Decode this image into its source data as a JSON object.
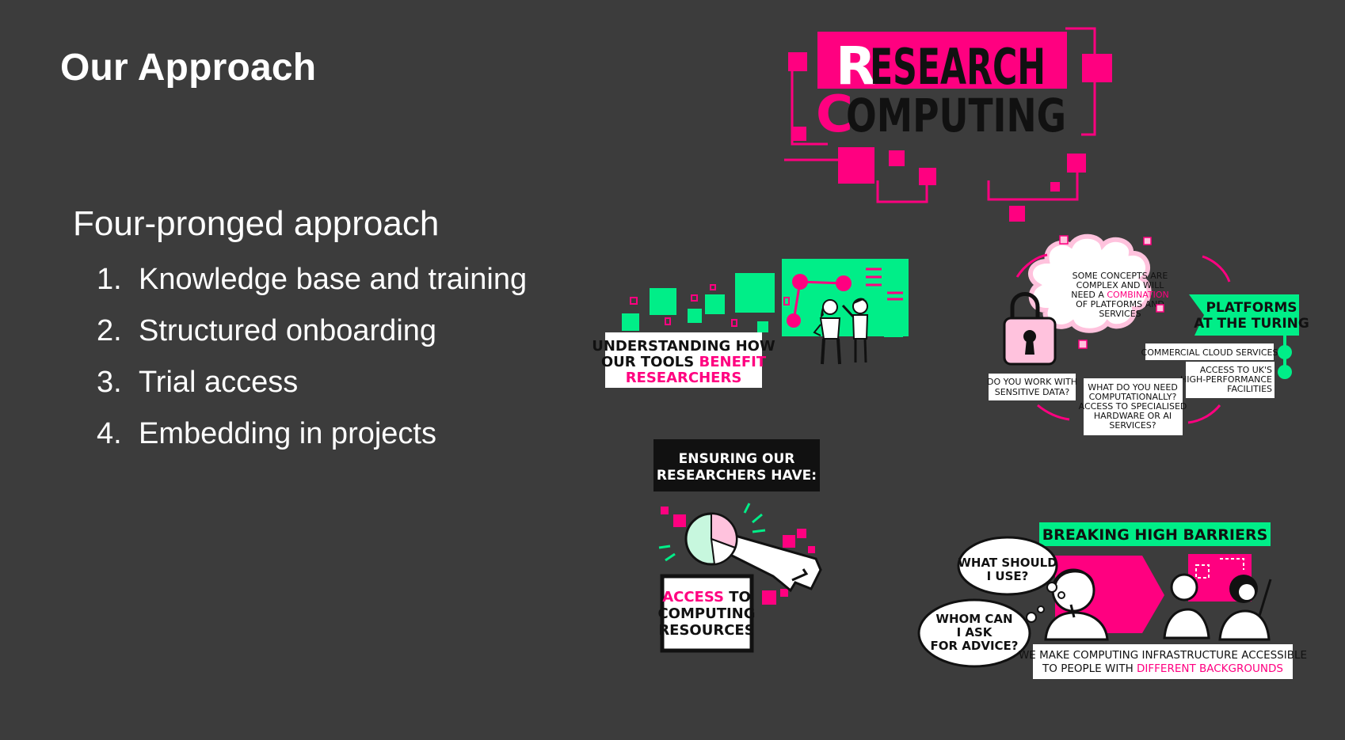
{
  "title": "Our Approach",
  "subtitle": "Four-pronged approach",
  "items": [
    {
      "num": "1.",
      "label": "Knowledge base and training"
    },
    {
      "num": "2.",
      "label": "Structured onboarding"
    },
    {
      "num": "3.",
      "label": "Trial access"
    },
    {
      "num": "4.",
      "label": "Embedding in projects"
    }
  ],
  "illustration": {
    "logo_r": "R",
    "logo_rest": "ESEARCH",
    "logo_c": "C",
    "logo_omputing": "OMPUTING",
    "understanding_1": "UNDERSTANDING HOW",
    "understanding_2a": "OUR TOOLS ",
    "understanding_2b": "BENEFIT",
    "understanding_3": "RESEARCHERS",
    "concepts_1": "SOME CONCEPTS ARE",
    "concepts_2": "COMPLEX AND WILL",
    "concepts_3a": "NEED A ",
    "concepts_3b": "COMBINATION",
    "concepts_4": "OF PLATFORMS AND",
    "concepts_5": "SERVICES",
    "platforms_1": "PLATFORMS",
    "platforms_2": "AT THE TURING",
    "commercial_cloud": "COMMERCIAL CLOUD SERVICES",
    "hpc_1": "ACCESS TO UK'S",
    "hpc_2": "HIGH-PERFORMANCE",
    "hpc_3": "FACILITIES",
    "sensitive_1": "DO YOU WORK WITH",
    "sensitive_2": "SENSITIVE DATA?",
    "need_1": "WHAT DO YOU NEED",
    "need_2": "COMPUTATIONALLY?",
    "need_3": "ACCESS TO SPECIALISED",
    "need_4": "HARDWARE OR AI",
    "need_5": "SERVICES?",
    "ensuring_1": "ENSURING OUR",
    "ensuring_2": "RESEARCHERS HAVE:",
    "access_1a": "ACCESS",
    "access_1b": " TO",
    "access_2": "COMPUTING",
    "access_3": "RESOURCES",
    "breaking": "BREAKING HIGH BARRIERS",
    "what_1": "WHAT SHOULD",
    "what_2": "I USE?",
    "whom_1": "WHOM CAN",
    "whom_2": "I ASK",
    "whom_3": "FOR ADVICE?",
    "infra_1": "WE MAKE COMPUTING INFRASTRUCTURE ACCESSIBLE",
    "infra_2a": "TO PEOPLE WITH ",
    "infra_2b": "DIFFERENT BACKGROUNDS"
  },
  "colors": {
    "background": "#3c3c3c",
    "magenta": "#ff0080",
    "green": "#00ee88",
    "pink_light": "#ffc2dd",
    "mint": "#c7f7de"
  }
}
